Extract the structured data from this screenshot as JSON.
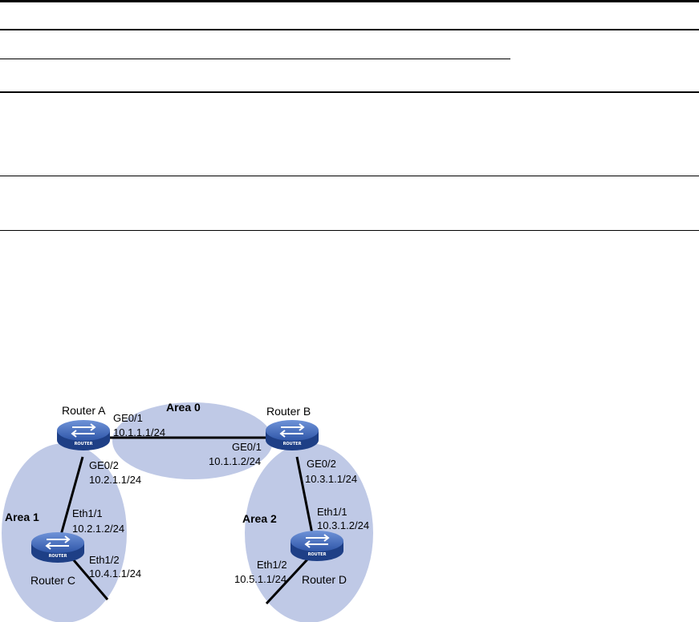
{
  "areas": {
    "area0": "Area 0",
    "area1": "Area 1",
    "area2": "Area 2"
  },
  "routers": {
    "a": {
      "name": "Router A",
      "badge": "ROUTER"
    },
    "b": {
      "name": "Router B",
      "badge": "ROUTER"
    },
    "c": {
      "name": "Router C",
      "badge": "ROUTER"
    },
    "d": {
      "name": "Router D",
      "badge": "ROUTER"
    }
  },
  "interfaces": {
    "a_ge01": {
      "name": "GE0/1",
      "ip": "10.1.1.1/24"
    },
    "a_ge02": {
      "name": "GE0/2",
      "ip": "10.2.1.1/24"
    },
    "b_ge01": {
      "name": "GE0/1",
      "ip": "10.1.1.2/24"
    },
    "b_ge02": {
      "name": "GE0/2",
      "ip": "10.3.1.1/24"
    },
    "c_eth11": {
      "name": "Eth1/1",
      "ip": "10.2.1.2/24"
    },
    "c_eth12": {
      "name": "Eth1/2",
      "ip": "10.4.1.1/24"
    },
    "d_eth11": {
      "name": "Eth1/1",
      "ip": "10.3.1.2/24"
    },
    "d_eth12": {
      "name": "Eth1/2",
      "ip": "10.5.1.1/24"
    }
  },
  "colors": {
    "area_fill": "#bfc9e6",
    "router_body": "#2f56a8",
    "link": "#000000"
  }
}
